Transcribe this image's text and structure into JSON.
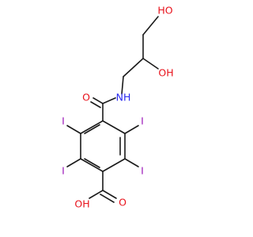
{
  "molecule": {
    "atoms": [
      {
        "id": "ho_top",
        "label": "HO",
        "element": "O"
      },
      {
        "id": "oh_mid",
        "label": "OH",
        "element": "O"
      },
      {
        "id": "o_amide",
        "label": "O",
        "element": "O"
      },
      {
        "id": "nh",
        "label": "NH",
        "element": "N"
      },
      {
        "id": "i_left_top",
        "label": "I",
        "element": "I"
      },
      {
        "id": "i_right_top",
        "label": "I",
        "element": "I"
      },
      {
        "id": "i_left_bot",
        "label": "I",
        "element": "I"
      },
      {
        "id": "i_right_bot",
        "label": "I",
        "element": "I"
      },
      {
        "id": "o_acid",
        "label": "O",
        "element": "O"
      },
      {
        "id": "oh_acid",
        "label": "OH",
        "element": "O"
      }
    ]
  },
  "colors": {
    "bond": "#1a1a1a",
    "O": "#e8121b",
    "N": "#2a2af0",
    "I": "#9b16b8"
  }
}
